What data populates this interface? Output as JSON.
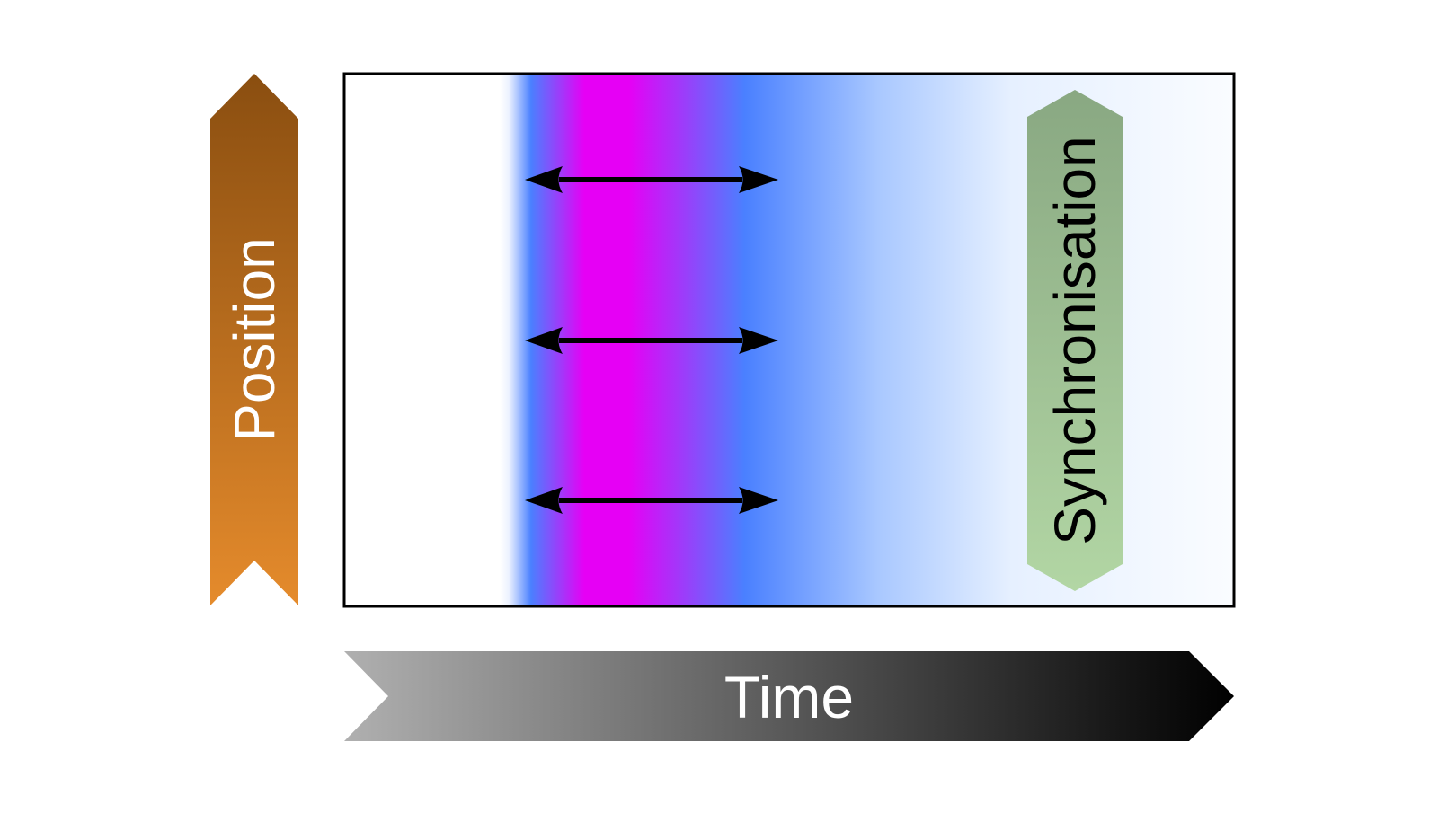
{
  "labels": {
    "position": "Position",
    "time": "Time",
    "synchronisation": "Synchronisation"
  },
  "colors": {
    "position_arrow_top": "#8a4e10",
    "position_arrow_bottom": "#e58b2c",
    "time_arrow_start": "#b0b0b0",
    "time_arrow_end": "#000000",
    "sync_badge_top": "#89a882",
    "sync_badge_bottom": "#b2d6a4",
    "band_blue": "#4a80ff",
    "band_magenta": "#e600f5",
    "frame": "#000000"
  },
  "arrows": {
    "count": 3,
    "style": "double-headed"
  }
}
